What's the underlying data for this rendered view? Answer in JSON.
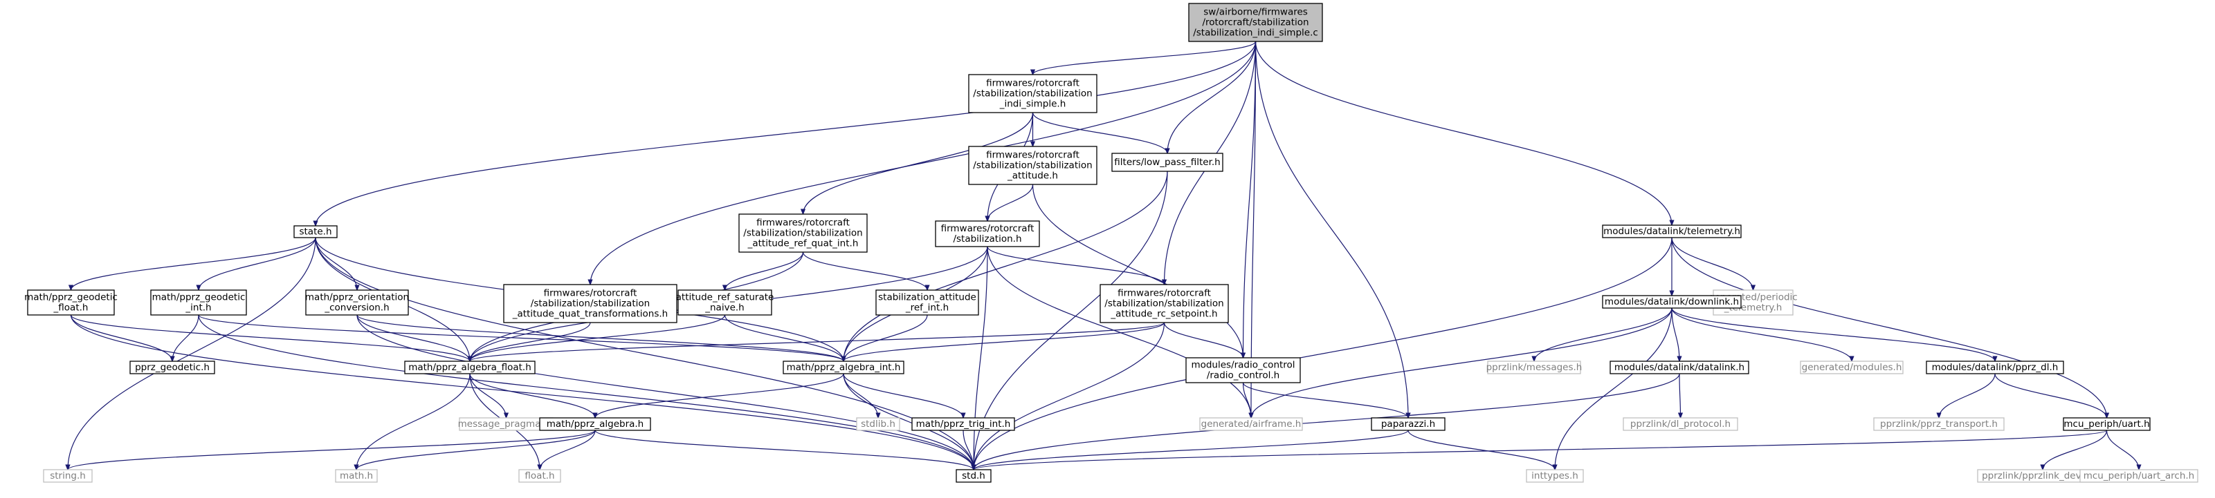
{
  "graph": {
    "colors": {
      "edge": "#191970",
      "root_fill": "#bfbfbf",
      "missing_border": "#bfbfbf",
      "missing_text": "#7f7f7f"
    },
    "nodes": [
      {
        "id": "root",
        "lines": [
          "sw/airborne/firmwares",
          "/rotorcraft/stabilization",
          "/stabilization_indi_simple.c"
        ],
        "style": "root"
      },
      {
        "id": "stab_indi_h",
        "lines": [
          "firmwares/rotorcraft",
          "/stabilization/stabilization",
          "_indi_simple.h"
        ],
        "style": "normal"
      },
      {
        "id": "stab_att_h",
        "lines": [
          "firmwares/rotorcraft",
          "/stabilization/stabilization",
          "_attitude.h"
        ],
        "style": "normal"
      },
      {
        "id": "lpf_h",
        "lines": [
          "filters/low_pass_filter.h"
        ],
        "style": "normal"
      },
      {
        "id": "state_h",
        "lines": [
          "state.h"
        ],
        "style": "normal"
      },
      {
        "id": "ref_quat_h",
        "lines": [
          "firmwares/rotorcraft",
          "/stabilization/stabilization",
          "_attitude_ref_quat_int.h"
        ],
        "style": "normal"
      },
      {
        "id": "stabilization_h",
        "lines": [
          "firmwares/rotorcraft",
          "/stabilization.h"
        ],
        "style": "normal"
      },
      {
        "id": "telemetry_h",
        "lines": [
          "modules/datalink/telemetry.h"
        ],
        "style": "normal"
      },
      {
        "id": "gen_periodic",
        "lines": [
          "generated/periodic",
          "_telemetry.h"
        ],
        "style": "missing"
      },
      {
        "id": "geo_float_h",
        "lines": [
          "math/pprz_geodetic",
          "_float.h"
        ],
        "style": "normal"
      },
      {
        "id": "geo_int_h",
        "lines": [
          "math/pprz_geodetic",
          "_int.h"
        ],
        "style": "normal"
      },
      {
        "id": "orient_h",
        "lines": [
          "math/pprz_orientation",
          "_conversion.h"
        ],
        "style": "normal"
      },
      {
        "id": "quat_trans_h",
        "lines": [
          "firmwares/rotorcraft",
          "/stabilization/stabilization",
          "_attitude_quat_transformations.h"
        ],
        "style": "normal"
      },
      {
        "id": "sat_naive_h",
        "lines": [
          "attitude_ref_saturate",
          "_naive.h"
        ],
        "style": "normal"
      },
      {
        "id": "att_ref_int_h",
        "lines": [
          "stabilization_attitude",
          "_ref_int.h"
        ],
        "style": "normal"
      },
      {
        "id": "rc_setpoint_h",
        "lines": [
          "firmwares/rotorcraft",
          "/stabilization/stabilization",
          "_attitude_rc_setpoint.h"
        ],
        "style": "normal"
      },
      {
        "id": "downlink_h",
        "lines": [
          "modules/datalink/downlink.h"
        ],
        "style": "normal"
      },
      {
        "id": "geodetic_h",
        "lines": [
          "pprz_geodetic.h"
        ],
        "style": "normal"
      },
      {
        "id": "alg_float_h",
        "lines": [
          "math/pprz_algebra_float.h"
        ],
        "style": "normal"
      },
      {
        "id": "alg_int_h",
        "lines": [
          "math/pprz_algebra_int.h"
        ],
        "style": "normal"
      },
      {
        "id": "radio_h",
        "lines": [
          "modules/radio_control",
          "/radio_control.h"
        ],
        "style": "normal"
      },
      {
        "id": "pprzlink_msg",
        "lines": [
          "pprzlink/messages.h"
        ],
        "style": "missing"
      },
      {
        "id": "datalink_h",
        "lines": [
          "modules/datalink/datalink.h"
        ],
        "style": "normal"
      },
      {
        "id": "gen_modules",
        "lines": [
          "generated/modules.h"
        ],
        "style": "missing"
      },
      {
        "id": "pprz_dl_h",
        "lines": [
          "modules/datalink/pprz_dl.h"
        ],
        "style": "normal"
      },
      {
        "id": "msg_pragmas",
        "lines": [
          "message_pragmas.h"
        ],
        "style": "missing"
      },
      {
        "id": "alg_h",
        "lines": [
          "math/pprz_algebra.h"
        ],
        "style": "normal"
      },
      {
        "id": "stdlib_h",
        "lines": [
          "stdlib.h"
        ],
        "style": "missing"
      },
      {
        "id": "trig_h",
        "lines": [
          "math/pprz_trig_int.h"
        ],
        "style": "normal"
      },
      {
        "id": "airframe_h",
        "lines": [
          "generated/airframe.h"
        ],
        "style": "missing"
      },
      {
        "id": "paparazzi_h",
        "lines": [
          "paparazzi.h"
        ],
        "style": "normal"
      },
      {
        "id": "dl_protocol",
        "lines": [
          "pprzlink/dl_protocol.h"
        ],
        "style": "missing"
      },
      {
        "id": "pprz_transport",
        "lines": [
          "pprzlink/pprz_transport.h"
        ],
        "style": "missing"
      },
      {
        "id": "uart_h",
        "lines": [
          "mcu_periph/uart.h"
        ],
        "style": "normal"
      },
      {
        "id": "string_h",
        "lines": [
          "string.h"
        ],
        "style": "missing"
      },
      {
        "id": "math_h",
        "lines": [
          "math.h"
        ],
        "style": "missing"
      },
      {
        "id": "float_h",
        "lines": [
          "float.h"
        ],
        "style": "missing"
      },
      {
        "id": "std_h",
        "lines": [
          "std.h"
        ],
        "style": "normal"
      },
      {
        "id": "inttypes_h",
        "lines": [
          "inttypes.h"
        ],
        "style": "missing"
      },
      {
        "id": "pprzlink_device",
        "lines": [
          "pprzlink/pprzlink_device.h"
        ],
        "style": "missing"
      },
      {
        "id": "uart_arch",
        "lines": [
          "mcu_periph/uart_arch.h"
        ],
        "style": "missing"
      }
    ],
    "edges": [
      [
        "root",
        "stab_indi_h"
      ],
      [
        "root",
        "state_h"
      ],
      [
        "root",
        "quat_trans_h"
      ],
      [
        "root",
        "lpf_h"
      ],
      [
        "root",
        "rc_setpoint_h"
      ],
      [
        "root",
        "radio_h"
      ],
      [
        "root",
        "airframe_h"
      ],
      [
        "root",
        "paparazzi_h"
      ],
      [
        "root",
        "telemetry_h"
      ],
      [
        "stab_indi_h",
        "stab_att_h"
      ],
      [
        "stab_indi_h",
        "lpf_h"
      ],
      [
        "stab_indi_h",
        "ref_quat_h"
      ],
      [
        "stab_indi_h",
        "stabilization_h"
      ],
      [
        "stab_att_h",
        "stabilization_h"
      ],
      [
        "stab_att_h",
        "radio_h"
      ],
      [
        "lpf_h",
        "alg_int_h"
      ],
      [
        "lpf_h",
        "std_h"
      ],
      [
        "state_h",
        "geo_float_h"
      ],
      [
        "state_h",
        "geo_int_h"
      ],
      [
        "state_h",
        "orient_h"
      ],
      [
        "state_h",
        "alg_float_h"
      ],
      [
        "state_h",
        "alg_int_h"
      ],
      [
        "state_h",
        "string_h"
      ],
      [
        "state_h",
        "std_h"
      ],
      [
        "ref_quat_h",
        "sat_naive_h"
      ],
      [
        "ref_quat_h",
        "att_ref_int_h"
      ],
      [
        "ref_quat_h",
        "alg_float_h"
      ],
      [
        "stabilization_h",
        "alg_float_h"
      ],
      [
        "stabilization_h",
        "alg_int_h"
      ],
      [
        "stabilization_h",
        "rc_setpoint_h"
      ],
      [
        "stabilization_h",
        "airframe_h"
      ],
      [
        "stabilization_h",
        "std_h"
      ],
      [
        "telemetry_h",
        "downlink_h"
      ],
      [
        "telemetry_h",
        "gen_periodic"
      ],
      [
        "telemetry_h",
        "std_h"
      ],
      [
        "telemetry_h",
        "uart_h"
      ],
      [
        "geo_float_h",
        "geodetic_h"
      ],
      [
        "geo_float_h",
        "alg_float_h"
      ],
      [
        "geo_float_h",
        "std_h"
      ],
      [
        "geo_int_h",
        "geodetic_h"
      ],
      [
        "geo_int_h",
        "alg_int_h"
      ],
      [
        "geo_int_h",
        "std_h"
      ],
      [
        "orient_h",
        "alg_float_h"
      ],
      [
        "orient_h",
        "alg_int_h"
      ],
      [
        "orient_h",
        "std_h"
      ],
      [
        "quat_trans_h",
        "alg_float_h"
      ],
      [
        "sat_naive_h",
        "alg_float_h"
      ],
      [
        "sat_naive_h",
        "alg_int_h"
      ],
      [
        "att_ref_int_h",
        "alg_int_h"
      ],
      [
        "rc_setpoint_h",
        "alg_float_h"
      ],
      [
        "rc_setpoint_h",
        "alg_int_h"
      ],
      [
        "rc_setpoint_h",
        "radio_h"
      ],
      [
        "rc_setpoint_h",
        "std_h"
      ],
      [
        "downlink_h",
        "pprzlink_msg"
      ],
      [
        "downlink_h",
        "datalink_h"
      ],
      [
        "downlink_h",
        "gen_modules"
      ],
      [
        "downlink_h",
        "pprz_dl_h"
      ],
      [
        "downlink_h",
        "airframe_h"
      ],
      [
        "downlink_h",
        "inttypes_h"
      ],
      [
        "alg_float_h",
        "msg_pragmas"
      ],
      [
        "alg_float_h",
        "alg_h"
      ],
      [
        "alg_float_h",
        "math_h"
      ],
      [
        "alg_float_h",
        "float_h"
      ],
      [
        "alg_int_h",
        "alg_h"
      ],
      [
        "alg_int_h",
        "stdlib_h"
      ],
      [
        "alg_int_h",
        "trig_h"
      ],
      [
        "alg_int_h",
        "std_h"
      ],
      [
        "radio_h",
        "airframe_h"
      ],
      [
        "radio_h",
        "paparazzi_h"
      ],
      [
        "datalink_h",
        "dl_protocol"
      ],
      [
        "datalink_h",
        "std_h"
      ],
      [
        "pprz_dl_h",
        "pprz_transport"
      ],
      [
        "pprz_dl_h",
        "uart_h"
      ],
      [
        "alg_h",
        "string_h"
      ],
      [
        "alg_h",
        "math_h"
      ],
      [
        "alg_h",
        "float_h"
      ],
      [
        "alg_h",
        "std_h"
      ],
      [
        "trig_h",
        "std_h"
      ],
      [
        "paparazzi_h",
        "std_h"
      ],
      [
        "paparazzi_h",
        "inttypes_h"
      ],
      [
        "uart_h",
        "std_h"
      ],
      [
        "uart_h",
        "pprzlink_device"
      ],
      [
        "uart_h",
        "uart_arch"
      ]
    ]
  }
}
